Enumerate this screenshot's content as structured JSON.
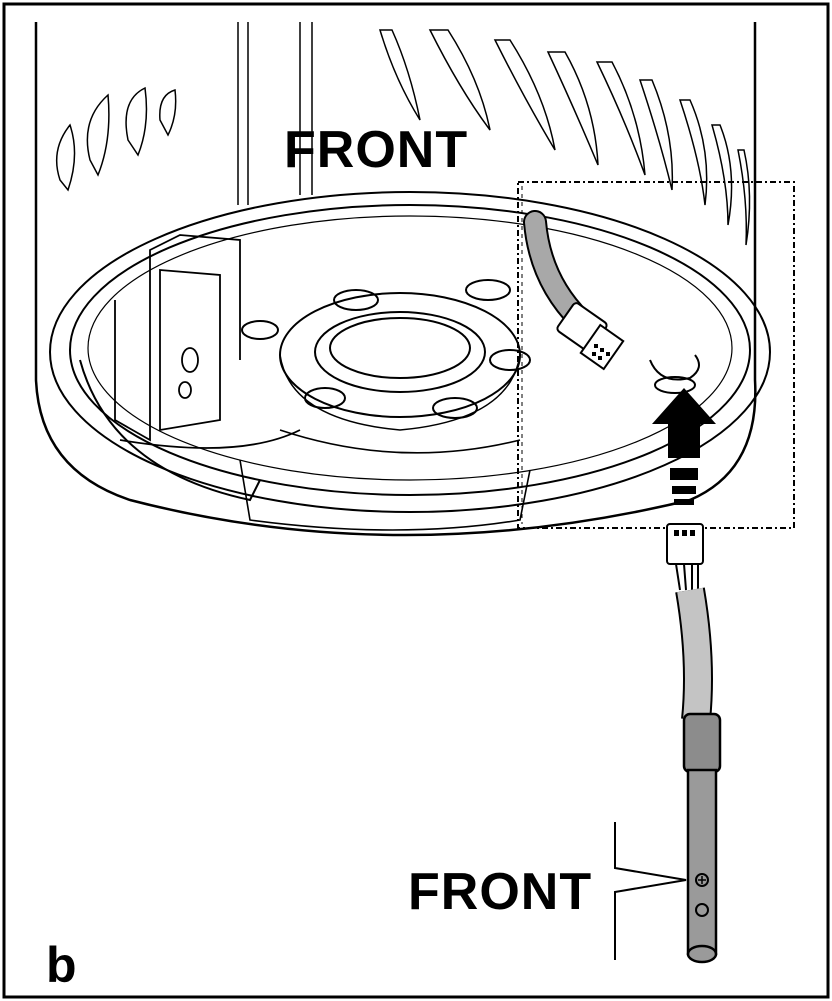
{
  "labels": {
    "front_top": "FRONT",
    "front_bottom": "FRONT",
    "step": "b"
  },
  "colors": {
    "line": "#000000",
    "background": "#ffffff",
    "cable": "#a8a8a8",
    "sensor": "#8c8c8c",
    "arrow": "#000000"
  }
}
